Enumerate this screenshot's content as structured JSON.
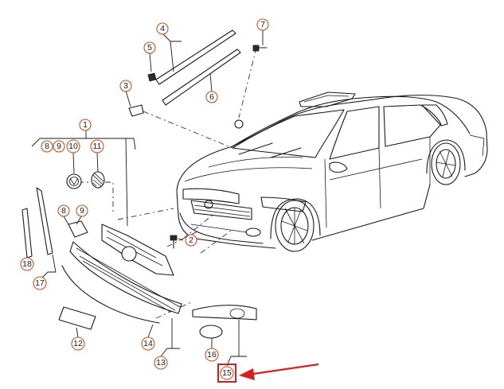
{
  "callouts": [
    {
      "id": "c1",
      "label": "1"
    },
    {
      "id": "c2",
      "label": "2"
    },
    {
      "id": "c3",
      "label": "3"
    },
    {
      "id": "c4",
      "label": "4"
    },
    {
      "id": "c5",
      "label": "5"
    },
    {
      "id": "c6",
      "label": "6"
    },
    {
      "id": "c7",
      "label": "7"
    },
    {
      "id": "c8a",
      "label": "8"
    },
    {
      "id": "c9a",
      "label": "9"
    },
    {
      "id": "c10",
      "label": "10"
    },
    {
      "id": "c11",
      "label": "11"
    },
    {
      "id": "c8b",
      "label": "8"
    },
    {
      "id": "c9b",
      "label": "9"
    },
    {
      "id": "c12",
      "label": "12"
    },
    {
      "id": "c13",
      "label": "13"
    },
    {
      "id": "c14",
      "label": "14"
    },
    {
      "id": "c15",
      "label": "15"
    },
    {
      "id": "c16",
      "label": "16"
    },
    {
      "id": "c17",
      "label": "17"
    },
    {
      "id": "c18",
      "label": "18"
    }
  ],
  "highlight": {
    "target": "15",
    "color": "#d81f1f"
  },
  "colors": {
    "callout_ring": "#d0501e",
    "line": "#1a1a1a",
    "highlight": "#d81f1f"
  }
}
